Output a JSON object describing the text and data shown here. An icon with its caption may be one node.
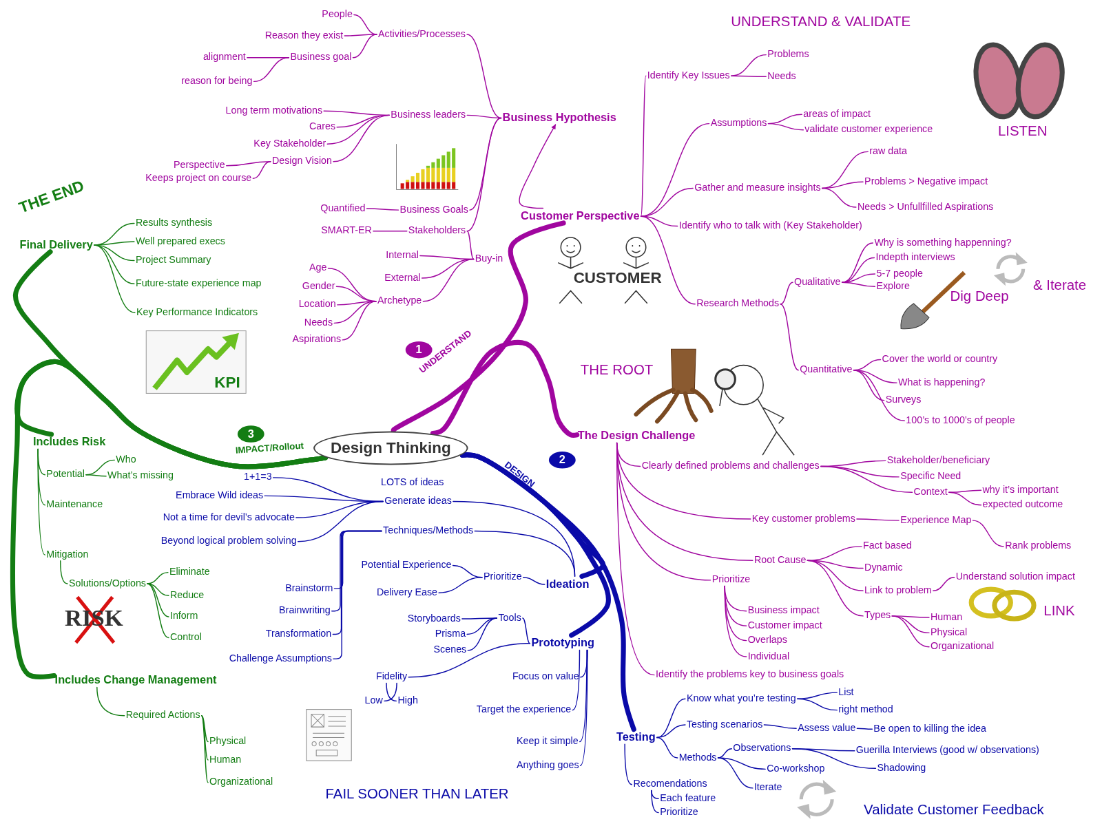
{
  "diagram": {
    "nodes": [
      {
        "text": [
          "Design Thinking"
        ]
      },
      {
        "text": [
          "1"
        ]
      },
      {
        "text": [
          "Business Hypothesis"
        ]
      },
      {
        "text": [
          "Customer Perspective"
        ]
      },
      {
        "text": [
          "The Design Challenge"
        ]
      },
      {
        "text": [
          "Activities/Processes"
        ]
      },
      {
        "text": [
          "People"
        ]
      },
      {
        "text": [
          "Reason they exist"
        ]
      },
      {
        "text": [
          "Business goal"
        ]
      },
      {
        "text": [
          "alignment"
        ]
      },
      {
        "text": [
          "reason for being"
        ]
      },
      {
        "text": [
          "Business leaders"
        ]
      },
      {
        "text": [
          "Long term motivations"
        ]
      },
      {
        "text": [
          "Cares"
        ]
      },
      {
        "text": [
          "Key Stakeholder"
        ]
      },
      {
        "text": [
          "Design Vision"
        ]
      },
      {
        "text": [
          "Perspective"
        ]
      },
      {
        "text": [
          "Keeps project on course"
        ]
      },
      {
        "text": [
          "Business Goals"
        ]
      },
      {
        "text": [
          "Quantified"
        ]
      },
      {
        "text": [
          "SMART-ER"
        ]
      },
      {
        "text": [
          "Stakeholders"
        ]
      },
      {
        "text": [
          "Buy-in"
        ]
      },
      {
        "text": [
          "Internal"
        ]
      },
      {
        "text": [
          "External"
        ]
      },
      {
        "text": [
          "Archetype"
        ]
      },
      {
        "text": [
          "Age"
        ]
      },
      {
        "text": [
          "Gender"
        ]
      },
      {
        "text": [
          "Location"
        ]
      },
      {
        "text": [
          "Needs"
        ]
      },
      {
        "text": [
          "Aspirations"
        ]
      },
      {
        "text": [
          "Identify Key Issues"
        ]
      },
      {
        "text": [
          "Problems"
        ]
      },
      {
        "text": [
          "Needs"
        ]
      },
      {
        "text": [
          "Assumptions"
        ]
      },
      {
        "text": [
          "areas of impact"
        ]
      },
      {
        "text": [
          "validate customer experience"
        ]
      },
      {
        "text": [
          "Gather and measure insights"
        ]
      },
      {
        "text": [
          "raw data"
        ]
      },
      {
        "text": [
          "Problems > Negative impact"
        ]
      },
      {
        "text": [
          "Needs > Unfullfilled Aspirations"
        ]
      },
      {
        "text": [
          "Identify who to talk with (Key Stakeholder)"
        ]
      },
      {
        "text": [
          "Research Methods"
        ]
      },
      {
        "text": [
          "Qualitative"
        ]
      },
      {
        "text": [
          "Why is something happenning?"
        ]
      },
      {
        "text": [
          "Indepth interviews"
        ]
      },
      {
        "text": [
          "5-7 people"
        ]
      },
      {
        "text": [
          "Explore"
        ]
      },
      {
        "text": [
          "Quantitative"
        ]
      },
      {
        "text": [
          "Cover the world or country"
        ]
      },
      {
        "text": [
          "What is happening?"
        ]
      },
      {
        "text": [
          "Surveys"
        ]
      },
      {
        "text": [
          "100’s to 1000’s of people"
        ]
      },
      {
        "text": [
          "Clearly defined problems and challenges"
        ]
      },
      {
        "text": [
          "Stakeholder/beneficiary"
        ]
      },
      {
        "text": [
          "Specific Need"
        ]
      },
      {
        "text": [
          "Context"
        ]
      },
      {
        "text": [
          "why it’s important"
        ]
      },
      {
        "text": [
          "expected outcome"
        ]
      },
      {
        "text": [
          "Key customer problems"
        ]
      },
      {
        "text": [
          "Experience Map"
        ]
      },
      {
        "text": [
          "Rank problems"
        ]
      },
      {
        "text": [
          "Root Cause"
        ]
      },
      {
        "text": [
          "Fact based"
        ]
      },
      {
        "text": [
          "Dynamic"
        ]
      },
      {
        "text": [
          "Link to problem"
        ]
      },
      {
        "text": [
          "Understand solution impact"
        ]
      },
      {
        "text": [
          "Types"
        ]
      },
      {
        "text": [
          "Human"
        ]
      },
      {
        "text": [
          "Physical"
        ]
      },
      {
        "text": [
          "Organizational"
        ]
      },
      {
        "text": [
          "Prioritize"
        ]
      },
      {
        "text": [
          "Business impact"
        ]
      },
      {
        "text": [
          "Customer impact"
        ]
      },
      {
        "text": [
          "Overlaps"
        ]
      },
      {
        "text": [
          "Individual"
        ]
      },
      {
        "text": [
          "Identify the problems key to business goals"
        ]
      },
      {
        "text": [
          "2"
        ]
      },
      {
        "text": [
          "Ideation"
        ]
      },
      {
        "text": [
          "Generate ideas"
        ],
        "beside": [
          "LOTS of ideas"
        ]
      },
      {
        "text": [
          "1+1=3"
        ]
      },
      {
        "text": [
          "Embrace Wild ideas"
        ]
      },
      {
        "text": [
          "Not a time for devil’s advocate"
        ]
      },
      {
        "text": [
          "Beyond logical problem solving"
        ]
      },
      {
        "text": [
          "Techniques/Methods"
        ]
      },
      {
        "text": [
          "Brainstorm"
        ]
      },
      {
        "text": [
          "Brainwriting"
        ]
      },
      {
        "text": [
          "Transformation"
        ]
      },
      {
        "text": [
          "Challenge Assumptions"
        ]
      },
      {
        "text": [
          "Prioritize"
        ]
      },
      {
        "text": [
          "Potential Experience"
        ]
      },
      {
        "text": [
          "Delivery Ease"
        ]
      },
      {
        "text": [
          "Prototyping"
        ]
      },
      {
        "text": [
          "Tools"
        ]
      },
      {
        "text": [
          "Storyboards"
        ]
      },
      {
        "text": [
          "Prisma"
        ]
      },
      {
        "text": [
          "Scenes"
        ]
      },
      {
        "text": [
          "Fidelity"
        ]
      },
      {
        "text": [
          "Low"
        ]
      },
      {
        "text": [
          "High"
        ]
      },
      {
        "text": [
          "Focus on value"
        ]
      },
      {
        "text": [
          "Target the experience"
        ]
      },
      {
        "text": [
          "Keep it simple"
        ]
      },
      {
        "text": [
          "Anything goes"
        ]
      },
      {
        "text": [
          "Testing"
        ]
      },
      {
        "text": [
          "Know what you’re testing"
        ]
      },
      {
        "text": [
          "List"
        ]
      },
      {
        "text": [
          "right method"
        ]
      },
      {
        "text": [
          "Testing scenarios"
        ]
      },
      {
        "text": [
          "Assess value"
        ]
      },
      {
        "text": [
          "Be open to killing the idea"
        ]
      },
      {
        "text": [
          "Methods"
        ]
      },
      {
        "text": [
          "Observations"
        ]
      },
      {
        "text": [
          "Guerilla Interviews (good w/ observations)"
        ]
      },
      {
        "text": [
          "Shadowing"
        ]
      },
      {
        "text": [
          "Co-workshop"
        ]
      },
      {
        "text": [
          "Iterate"
        ]
      },
      {
        "text": [
          "Recomendations"
        ]
      },
      {
        "text": [
          "Each feature"
        ]
      },
      {
        "text": [
          "Prioritize"
        ]
      },
      {
        "text": [
          "3"
        ]
      },
      {
        "text": [
          "Final Delivery"
        ]
      },
      {
        "text": [
          "Results synthesis"
        ]
      },
      {
        "text": [
          "Well prepared execs"
        ]
      },
      {
        "text": [
          "Project Summary"
        ]
      },
      {
        "text": [
          "Future-state experience map"
        ]
      },
      {
        "text": [
          "Key Performance Indicators"
        ]
      },
      {
        "text": [
          "Includes Risk"
        ]
      },
      {
        "text": [
          "Who"
        ]
      },
      {
        "text": [
          "What’s missing"
        ]
      },
      {
        "text": [
          "Potential"
        ]
      },
      {
        "text": [
          "Maintenance"
        ]
      },
      {
        "text": [
          "Mitigation"
        ]
      },
      {
        "text": [
          "Solutions/Options"
        ]
      },
      {
        "text": [
          "Eliminate"
        ]
      },
      {
        "text": [
          "Reduce"
        ]
      },
      {
        "text": [
          "Inform"
        ]
      },
      {
        "text": [
          "Control"
        ]
      },
      {
        "text": [
          "Includes Change Management"
        ]
      },
      {
        "text": [
          "Required Actions"
        ]
      },
      {
        "text": [
          "Physical"
        ]
      },
      {
        "text": [
          "Human"
        ]
      },
      {
        "text": [
          "Organizational"
        ]
      }
    ],
    "edges": [
      {
        "from": 0,
        "to": 3,
        "arrow": "none",
        "style": "thick"
      },
      {
        "from": 3,
        "to": 2,
        "arrow": "to"
      },
      {
        "from": 0,
        "to": 4,
        "arrow": "none",
        "style": "thick"
      },
      {
        "from": 0,
        "to": 78,
        "arrow": "none",
        "style": "thick",
        "color": "#0a0aa8"
      },
      {
        "from": 0,
        "to": 92,
        "arrow": "none",
        "style": "thick",
        "color": "#0a0aa8"
      },
      {
        "from": 0,
        "to": 104,
        "arrow": "none",
        "style": "thick",
        "color": "#0a0aa8"
      },
      {
        "from": 0,
        "to": 121,
        "arrow": "none",
        "style": "thick",
        "color": "#137d13"
      },
      {
        "from": 0,
        "to": 127,
        "arrow": "none",
        "style": "thick",
        "color": "#137d13"
      },
      {
        "from": 0,
        "to": 138,
        "arrow": "none",
        "style": "thick",
        "color": "#137d13"
      },
      {
        "from": 2,
        "to": 5,
        "arrow": "none"
      },
      {
        "from": 2,
        "to": 11,
        "arrow": "none"
      },
      {
        "from": 2,
        "to": 18,
        "arrow": "none"
      },
      {
        "from": 2,
        "to": 21,
        "arrow": "none"
      },
      {
        "from": 5,
        "to": 6,
        "arrow": "none"
      },
      {
        "from": 5,
        "to": 7,
        "arrow": "none"
      },
      {
        "from": 5,
        "to": 8,
        "arrow": "none"
      },
      {
        "from": 8,
        "to": 9,
        "arrow": "none"
      },
      {
        "from": 8,
        "to": 10,
        "arrow": "none"
      },
      {
        "from": 11,
        "to": 12,
        "arrow": "none"
      },
      {
        "from": 11,
        "to": 13,
        "arrow": "none"
      },
      {
        "from": 11,
        "to": 14,
        "arrow": "none"
      },
      {
        "from": 11,
        "to": 15,
        "arrow": "none"
      },
      {
        "from": 15,
        "to": 16,
        "arrow": "none"
      },
      {
        "from": 15,
        "to": 17,
        "arrow": "none"
      },
      {
        "from": 18,
        "to": 19,
        "arrow": "none"
      },
      {
        "from": 21,
        "to": 20,
        "arrow": "none"
      },
      {
        "from": 21,
        "to": 22,
        "arrow": "none"
      },
      {
        "from": 22,
        "to": 23,
        "arrow": "none"
      },
      {
        "from": 22,
        "to": 24,
        "arrow": "none"
      },
      {
        "from": 22,
        "to": 25,
        "arrow": "none"
      },
      {
        "from": 25,
        "to": 26,
        "arrow": "none"
      },
      {
        "from": 25,
        "to": 27,
        "arrow": "none"
      },
      {
        "from": 25,
        "to": 28,
        "arrow": "none"
      },
      {
        "from": 25,
        "to": 29,
        "arrow": "none"
      },
      {
        "from": 25,
        "to": 30,
        "arrow": "none"
      },
      {
        "from": 3,
        "to": 31,
        "arrow": "none"
      },
      {
        "from": 3,
        "to": 34,
        "arrow": "none"
      },
      {
        "from": 3,
        "to": 37,
        "arrow": "none"
      },
      {
        "from": 3,
        "to": 41,
        "arrow": "none"
      },
      {
        "from": 3,
        "to": 42,
        "arrow": "none"
      },
      {
        "from": 31,
        "to": 32,
        "arrow": "none"
      },
      {
        "from": 31,
        "to": 33,
        "arrow": "none"
      },
      {
        "from": 34,
        "to": 35,
        "arrow": "none"
      },
      {
        "from": 34,
        "to": 36,
        "arrow": "none"
      },
      {
        "from": 37,
        "to": 38,
        "arrow": "none"
      },
      {
        "from": 37,
        "to": 39,
        "arrow": "none"
      },
      {
        "from": 37,
        "to": 40,
        "arrow": "none"
      },
      {
        "from": 42,
        "to": 43,
        "arrow": "none"
      },
      {
        "from": 42,
        "to": 48,
        "arrow": "none"
      },
      {
        "from": 43,
        "to": 44,
        "arrow": "none"
      },
      {
        "from": 43,
        "to": 45,
        "arrow": "none"
      },
      {
        "from": 43,
        "to": 46,
        "arrow": "none"
      },
      {
        "from": 43,
        "to": 47,
        "arrow": "none"
      },
      {
        "from": 48,
        "to": 49,
        "arrow": "none"
      },
      {
        "from": 48,
        "to": 50,
        "arrow": "none"
      },
      {
        "from": 48,
        "to": 51,
        "arrow": "none"
      },
      {
        "from": 48,
        "to": 52,
        "arrow": "none"
      },
      {
        "from": 4,
        "to": 53,
        "arrow": "none"
      },
      {
        "from": 4,
        "to": 59,
        "arrow": "none"
      },
      {
        "from": 4,
        "to": 62,
        "arrow": "none"
      },
      {
        "from": 4,
        "to": 71,
        "arrow": "none"
      },
      {
        "from": 4,
        "to": 76,
        "arrow": "none"
      },
      {
        "from": 53,
        "to": 54,
        "arrow": "none"
      },
      {
        "from": 53,
        "to": 55,
        "arrow": "none"
      },
      {
        "from": 53,
        "to": 56,
        "arrow": "none"
      },
      {
        "from": 56,
        "to": 57,
        "arrow": "none"
      },
      {
        "from": 56,
        "to": 58,
        "arrow": "none"
      },
      {
        "from": 59,
        "to": 60,
        "arrow": "none"
      },
      {
        "from": 60,
        "to": 61,
        "arrow": "none"
      },
      {
        "from": 62,
        "to": 63,
        "arrow": "none"
      },
      {
        "from": 62,
        "to": 64,
        "arrow": "none"
      },
      {
        "from": 62,
        "to": 65,
        "arrow": "none"
      },
      {
        "from": 62,
        "to": 67,
        "arrow": "none"
      },
      {
        "from": 65,
        "to": 66,
        "arrow": "none"
      },
      {
        "from": 67,
        "to": 68,
        "arrow": "none"
      },
      {
        "from": 67,
        "to": 69,
        "arrow": "none"
      },
      {
        "from": 67,
        "to": 70,
        "arrow": "none"
      },
      {
        "from": 71,
        "to": 72,
        "arrow": "none"
      },
      {
        "from": 71,
        "to": 73,
        "arrow": "none"
      },
      {
        "from": 71,
        "to": 74,
        "arrow": "none"
      },
      {
        "from": 71,
        "to": 75,
        "arrow": "none"
      },
      {
        "from": 78,
        "to": 79,
        "arrow": "none",
        "color": "#0a0aa8"
      },
      {
        "from": 78,
        "to": 84,
        "arrow": "none",
        "color": "#0a0aa8"
      },
      {
        "from": 78,
        "to": 89,
        "arrow": "none",
        "color": "#0a0aa8"
      },
      {
        "from": 79,
        "to": 80,
        "arrow": "none",
        "color": "#0a0aa8"
      },
      {
        "from": 79,
        "to": 81,
        "arrow": "none",
        "color": "#0a0aa8"
      },
      {
        "from": 79,
        "to": 82,
        "arrow": "none",
        "color": "#0a0aa8"
      },
      {
        "from": 79,
        "to": 83,
        "arrow": "none",
        "color": "#0a0aa8"
      },
      {
        "from": 84,
        "to": 85,
        "arrow": "none",
        "color": "#0a0aa8"
      },
      {
        "from": 84,
        "to": 86,
        "arrow": "none",
        "color": "#0a0aa8"
      },
      {
        "from": 84,
        "to": 87,
        "arrow": "none",
        "color": "#0a0aa8"
      },
      {
        "from": 84,
        "to": 88,
        "arrow": "none",
        "color": "#0a0aa8"
      },
      {
        "from": 89,
        "to": 90,
        "arrow": "none",
        "color": "#0a0aa8"
      },
      {
        "from": 89,
        "to": 91,
        "arrow": "none",
        "color": "#0a0aa8"
      },
      {
        "from": 92,
        "to": 93,
        "arrow": "none",
        "color": "#0a0aa8"
      },
      {
        "from": 92,
        "to": 97,
        "arrow": "none",
        "color": "#0a0aa8"
      },
      {
        "from": 92,
        "to": 100,
        "arrow": "none",
        "color": "#0a0aa8"
      },
      {
        "from": 92,
        "to": 101,
        "arrow": "none",
        "color": "#0a0aa8"
      },
      {
        "from": 92,
        "to": 102,
        "arrow": "none",
        "color": "#0a0aa8"
      },
      {
        "from": 92,
        "to": 103,
        "arrow": "none",
        "color": "#0a0aa8"
      },
      {
        "from": 93,
        "to": 94,
        "arrow": "none",
        "color": "#0a0aa8"
      },
      {
        "from": 93,
        "to": 95,
        "arrow": "none",
        "color": "#0a0aa8"
      },
      {
        "from": 93,
        "to": 96,
        "arrow": "none",
        "color": "#0a0aa8"
      },
      {
        "from": 97,
        "to": 98,
        "arrow": "none",
        "color": "#0a0aa8"
      },
      {
        "from": 97,
        "to": 99,
        "arrow": "none",
        "color": "#0a0aa8"
      },
      {
        "from": 104,
        "to": 105,
        "arrow": "none",
        "color": "#0a0aa8"
      },
      {
        "from": 104,
        "to": 108,
        "arrow": "none",
        "color": "#0a0aa8"
      },
      {
        "from": 104,
        "to": 111,
        "arrow": "none",
        "color": "#0a0aa8"
      },
      {
        "from": 104,
        "to": 117,
        "arrow": "none",
        "color": "#0a0aa8"
      },
      {
        "from": 105,
        "to": 106,
        "arrow": "none",
        "color": "#0a0aa8"
      },
      {
        "from": 105,
        "to": 107,
        "arrow": "none",
        "color": "#0a0aa8"
      },
      {
        "from": 108,
        "to": 109,
        "arrow": "none",
        "color": "#0a0aa8"
      },
      {
        "from": 109,
        "to": 110,
        "arrow": "none",
        "color": "#0a0aa8"
      },
      {
        "from": 111,
        "to": 112,
        "arrow": "none",
        "color": "#0a0aa8"
      },
      {
        "from": 111,
        "to": 115,
        "arrow": "none",
        "color": "#0a0aa8"
      },
      {
        "from": 111,
        "to": 116,
        "arrow": "none",
        "color": "#0a0aa8"
      },
      {
        "from": 112,
        "to": 113,
        "arrow": "none",
        "color": "#0a0aa8"
      },
      {
        "from": 112,
        "to": 114,
        "arrow": "none",
        "color": "#0a0aa8"
      },
      {
        "from": 117,
        "to": 118,
        "arrow": "none",
        "color": "#0a0aa8"
      },
      {
        "from": 117,
        "to": 119,
        "arrow": "none",
        "color": "#0a0aa8"
      },
      {
        "from": 121,
        "to": 122,
        "arrow": "none",
        "color": "#137d13"
      },
      {
        "from": 121,
        "to": 123,
        "arrow": "none",
        "color": "#137d13"
      },
      {
        "from": 121,
        "to": 124,
        "arrow": "none",
        "color": "#137d13"
      },
      {
        "from": 121,
        "to": 125,
        "arrow": "none",
        "color": "#137d13"
      },
      {
        "from": 121,
        "to": 126,
        "arrow": "none",
        "color": "#137d13"
      },
      {
        "from": 127,
        "to": 130,
        "arrow": "none",
        "color": "#137d13"
      },
      {
        "from": 127,
        "to": 131,
        "arrow": "none",
        "color": "#137d13"
      },
      {
        "from": 127,
        "to": 132,
        "arrow": "none",
        "color": "#137d13"
      },
      {
        "from": 130,
        "to": 128,
        "arrow": "none",
        "color": "#137d13"
      },
      {
        "from": 130,
        "to": 129,
        "arrow": "none",
        "color": "#137d13"
      },
      {
        "from": 132,
        "to": 133,
        "arrow": "none",
        "color": "#137d13"
      },
      {
        "from": 133,
        "to": 134,
        "arrow": "none",
        "color": "#137d13"
      },
      {
        "from": 133,
        "to": 135,
        "arrow": "none",
        "color": "#137d13"
      },
      {
        "from": 133,
        "to": 136,
        "arrow": "none",
        "color": "#137d13"
      },
      {
        "from": 133,
        "to": 137,
        "arrow": "none",
        "color": "#137d13"
      },
      {
        "from": 138,
        "to": 139,
        "arrow": "none",
        "color": "#137d13"
      },
      {
        "from": 139,
        "to": 140,
        "arrow": "none",
        "color": "#137d13"
      },
      {
        "from": 139,
        "to": 141,
        "arrow": "none",
        "color": "#137d13"
      },
      {
        "from": 139,
        "to": 142,
        "arrow": "none",
        "color": "#137d13"
      }
    ],
    "labels": [
      "UNDERSTAND & VALIDATE",
      "THE END",
      "LISTEN",
      "CUSTOMER",
      "& Iterate",
      "Dig Deep",
      "KPI",
      "UNDERSTAND",
      "THE ROOT",
      "IMPACT/Rollout",
      "DESIGN",
      "RISK",
      "LINK",
      "FAIL SOONER THAN LATER",
      "Validate Customer Feedback"
    ]
  }
}
